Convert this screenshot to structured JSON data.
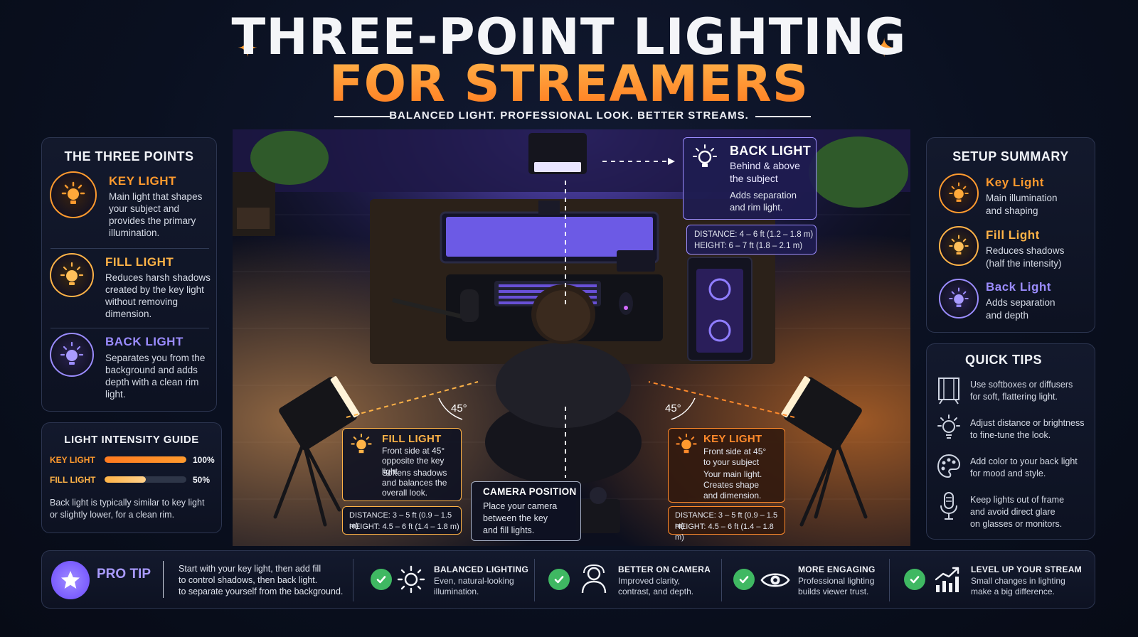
{
  "header": {
    "title_line1": "THREE-POINT LIGHTING",
    "title_line2": "FOR STREAMERS",
    "subtitle": "BALANCED LIGHT.  PROFESSIONAL LOOK.  BETTER STREAMS."
  },
  "colors": {
    "key": "#ff9a2e",
    "fill": "#ffb347",
    "back": "#9b8cff",
    "accent_orange": "#ff8a2b",
    "check_green": "#3fb862"
  },
  "three_points": {
    "title": "THE THREE POINTS",
    "items": [
      {
        "name": "KEY LIGHT",
        "desc": "Main light that shapes your subject and provides the primary illumination.",
        "icon": "bulb-icon"
      },
      {
        "name": "FILL LIGHT",
        "desc": "Reduces harsh shadows created by the key light without removing dimension.",
        "icon": "sun-icon"
      },
      {
        "name": "BACK LIGHT",
        "desc": "Separates you from the background and adds depth with a clean rim light.",
        "icon": "rim-light-icon"
      }
    ]
  },
  "intensity_guide": {
    "title": "LIGHT INTENSITY GUIDE",
    "rows": [
      {
        "label": "KEY LIGHT",
        "value_text": "100%",
        "value": 1.0
      },
      {
        "label": "FILL LIGHT",
        "value_text": "50%",
        "value": 0.5
      }
    ],
    "note": "Back light is typically similar to key light or slightly lower, for a clean rim."
  },
  "scene": {
    "back_light": {
      "title": "BACK LIGHT",
      "line1": "Behind & above",
      "line2": "the subject",
      "line3": "Adds separation",
      "line4": "and rim light.",
      "distance": "DISTANCE:  4 – 6 ft (1.2 – 1.8 m)",
      "height": "HEIGHT:  6 – 7 ft (1.8 – 2.1 m)"
    },
    "fill_light": {
      "title": "FILL LIGHT",
      "line1": "Front side at 45°",
      "line2": "opposite the key light",
      "line3": "Softens shadows",
      "line4": "and balances the",
      "line5": "overall look.",
      "distance": "DISTANCE: 3 – 5 ft (0.9 – 1.5 m)",
      "height": "HEIGHT: 4.5 – 6 ft (1.4 – 1.8 m)",
      "angle": "45°"
    },
    "key_light": {
      "title": "KEY LIGHT",
      "line1": "Front side at 45°",
      "line2": "to your subject",
      "line3": "Your main light.",
      "line4": "Creates shape",
      "line5": "and dimension.",
      "distance": "DISTANCE: 3 – 5 ft (0.9 – 1.5 m)",
      "height": "HEIGHT: 4.5 – 6 ft (1.4 – 1.8 m)",
      "angle": "45°"
    },
    "camera": {
      "title": "CAMERA POSITION",
      "line1": "Place your camera",
      "line2": "between the key",
      "line3": "and fill lights."
    }
  },
  "setup_summary": {
    "title": "SETUP SUMMARY",
    "items": [
      {
        "name": "Key Light",
        "line1": "Main illumination",
        "line2": "and shaping"
      },
      {
        "name": "Fill Light",
        "line1": "Reduces shadows",
        "line2": "(half the intensity)"
      },
      {
        "name": "Back Light",
        "line1": "Adds separation",
        "line2": "and depth"
      }
    ]
  },
  "quick_tips": {
    "title": "QUICK TIPS",
    "items": [
      {
        "line1": "Use softboxes or diffusers",
        "line2": "for soft, flattering light.",
        "icon": "softbox-icon"
      },
      {
        "line1": "Adjust distance or brightness",
        "line2": "to fine-tune the look.",
        "icon": "brightness-icon"
      },
      {
        "line1": "Add color to your back light",
        "line2": "for mood and style.",
        "icon": "palette-icon"
      },
      {
        "line1": "Keep lights out of frame",
        "line2": "and avoid direct glare",
        "line3": "on glasses or monitors.",
        "icon": "microphone-icon"
      }
    ]
  },
  "bottom": {
    "pro_tip_label": "PRO TIP",
    "pro_tip_line1": "Start with your key light, then add fill",
    "pro_tip_line2": "to control shadows, then back light.",
    "pro_tip_line3": "to separate yourself from the background.",
    "benefits": [
      {
        "head": "BALANCED LIGHTING",
        "line1": "Even, natural-looking",
        "line2": "illumination.",
        "icon": "sun-outline-icon"
      },
      {
        "head": "BETTER ON CAMERA",
        "line1": "Improved clarity,",
        "line2": "contrast, and depth.",
        "icon": "person-icon"
      },
      {
        "head": "MORE ENGAGING",
        "line1": "Professional lighting",
        "line2": "builds viewer trust.",
        "icon": "eye-icon"
      },
      {
        "head": "LEVEL UP YOUR STREAM",
        "line1": "Small changes in lighting",
        "line2": "make a big difference.",
        "icon": "growth-chart-icon"
      }
    ]
  }
}
